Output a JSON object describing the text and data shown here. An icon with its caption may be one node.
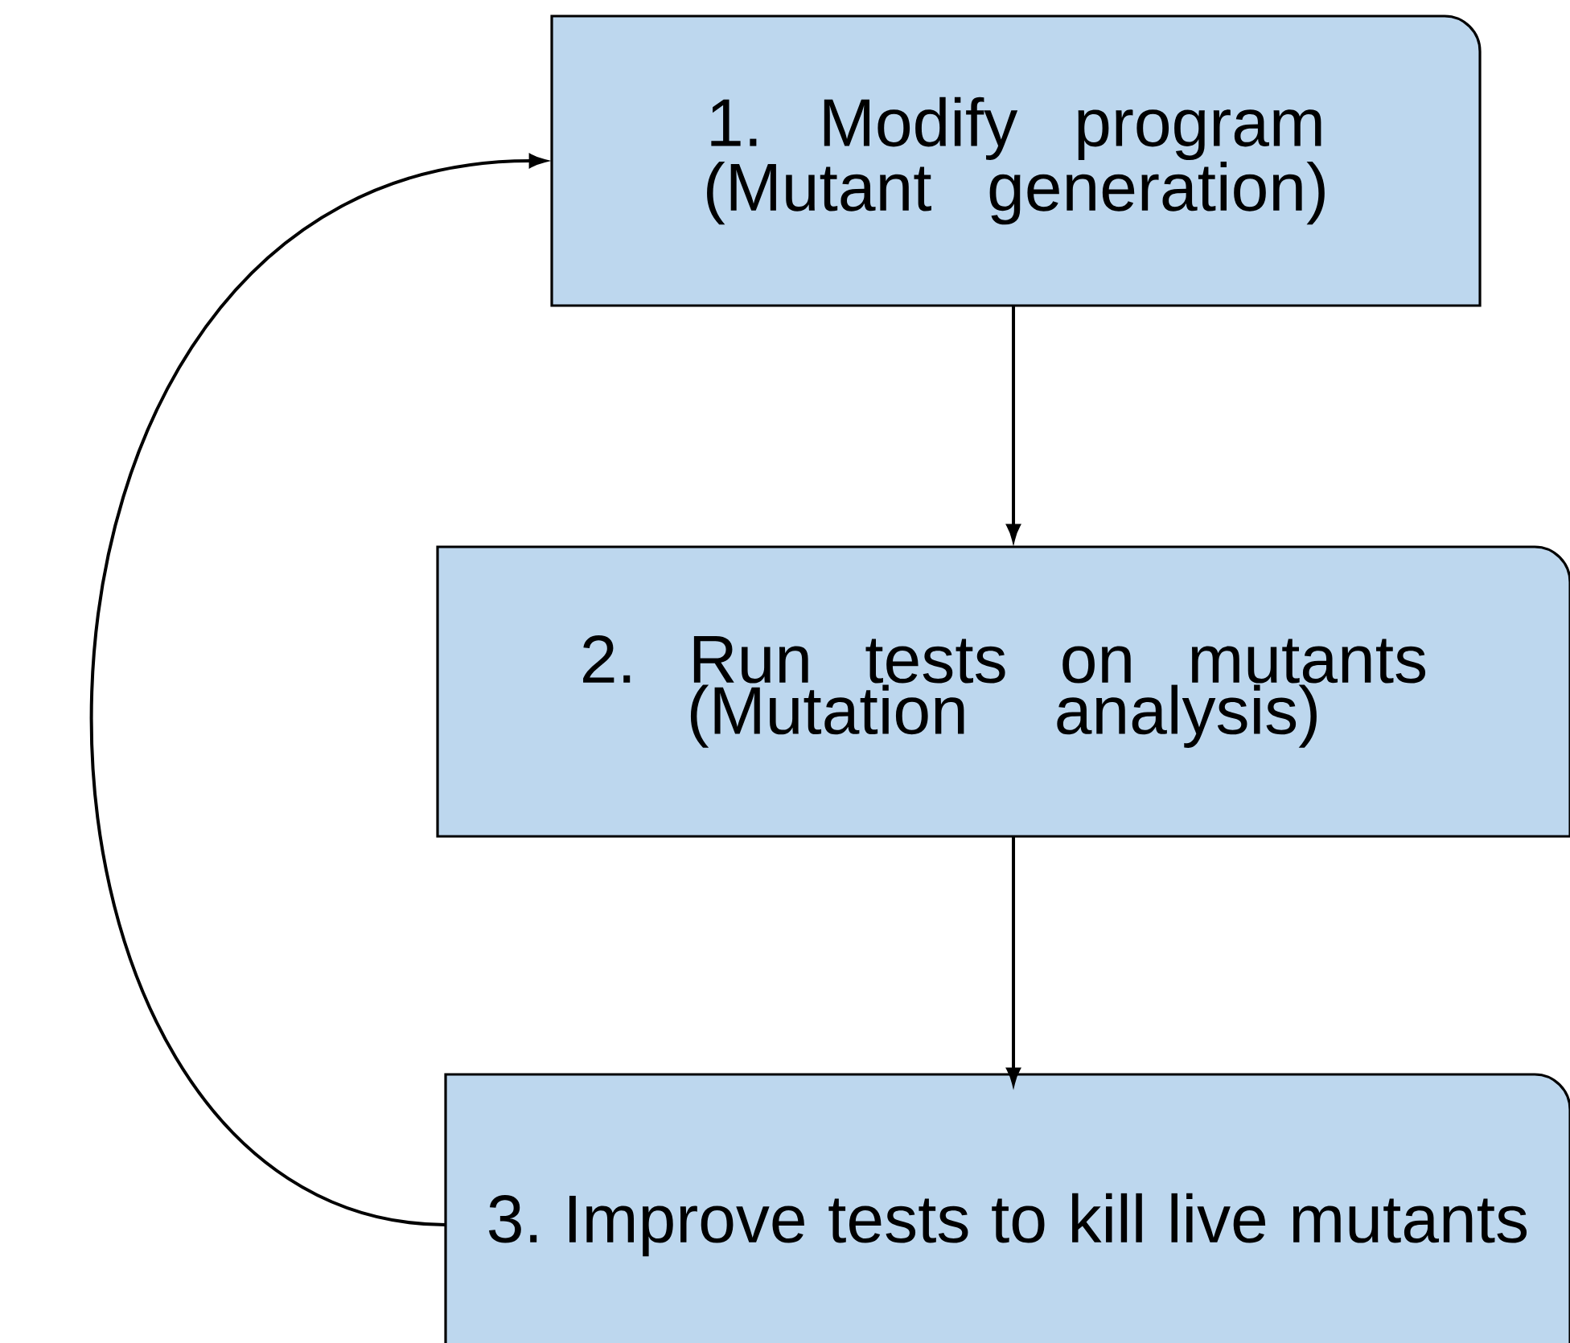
{
  "diagram": {
    "nodes": [
      {
        "text": [
          "1. Modify program (Mutant generation)"
        ]
      },
      {
        "text": [
          "2. Run tests on mutants (Mutation analysis)"
        ]
      },
      {
        "text": [
          "3. Improve tests to kill live mutants"
        ]
      }
    ],
    "edges": [
      {
        "from": 0,
        "to": 1,
        "arrow": "to"
      },
      {
        "from": 1,
        "to": 2,
        "arrow": "to"
      },
      {
        "from": 2,
        "to": 0,
        "arrow": "to"
      }
    ]
  }
}
